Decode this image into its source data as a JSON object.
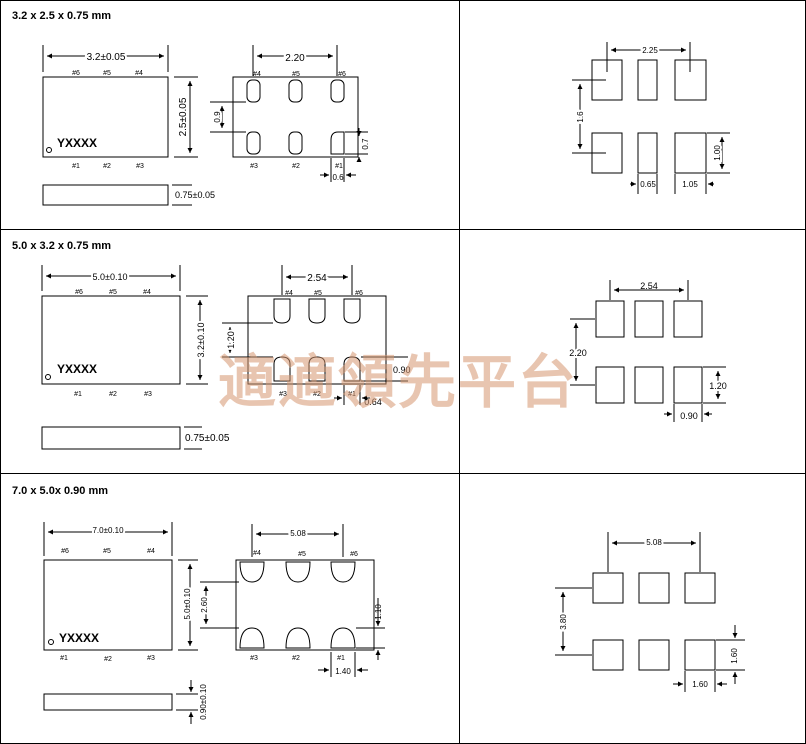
{
  "sections": [
    {
      "title": "3.2 x 2.5 x 0.75 mm",
      "body_length": "3.2±0.05",
      "body_width": "2.5±0.05",
      "thickness": "0.75±0.05",
      "marking": "YXXXX",
      "pins_top": [
        "#6",
        "#5",
        "#4"
      ],
      "pins_bottom": [
        "#1",
        "#2",
        "#3"
      ],
      "bottom_pins_top": [
        "#4",
        "#5",
        "#6"
      ],
      "bottom_pins_bottom": [
        "#3",
        "#2",
        "#1"
      ],
      "bottom_pitch": "2.20",
      "bottom_pad_gap": "0.9",
      "bottom_pad_height": "0.7",
      "bottom_pad_width": "0.6",
      "land_pitch": "2.25",
      "land_row_span": "1.6",
      "land_pad_height": "1.00",
      "land_pad_gap": "0.65",
      "land_pad_width": "1.05"
    },
    {
      "title": "5.0 x 3.2 x 0.75 mm",
      "body_length": "5.0±0.10",
      "body_width": "3.2±0.10",
      "thickness": "0.75±0.05",
      "marking": "YXXXX",
      "pins_top": [
        "#6",
        "#5",
        "#4"
      ],
      "pins_bottom": [
        "#1",
        "#2",
        "#3"
      ],
      "bottom_pins_top": [
        "#4",
        "#5",
        "#6"
      ],
      "bottom_pins_bottom": [
        "#3",
        "#2",
        "#1"
      ],
      "bottom_pitch": "2.54",
      "bottom_pad_gap": "1.20",
      "bottom_pad_height": "0.90",
      "bottom_pad_width": "0.64",
      "land_pitch": "2.54",
      "land_row_span": "2.20",
      "land_pad_height": "1.20",
      "land_pad_width": "0.90"
    },
    {
      "title": "7.0 x 5.0x 0.90 mm",
      "body_length": "7.0±0.10",
      "body_width": "5.0±0.10",
      "thickness": "0.90±0.10",
      "marking": "YXXXX",
      "pins_top": [
        "#6",
        "#5",
        "#4"
      ],
      "pins_bottom": [
        "#1",
        "#2",
        "#3"
      ],
      "bottom_pins_top": [
        "#4",
        "#5",
        "#6"
      ],
      "bottom_pins_bottom": [
        "#3",
        "#2",
        "#1"
      ],
      "bottom_pitch": "5.08",
      "bottom_pad_gap": "2.60",
      "bottom_pad_height": "1.10",
      "bottom_pad_width": "1.40",
      "land_pitch": "5.08",
      "land_row_span": "3.80",
      "land_pad_height": "1.60",
      "land_pad_width": "1.60"
    }
  ],
  "watermark": "適適領先平台"
}
